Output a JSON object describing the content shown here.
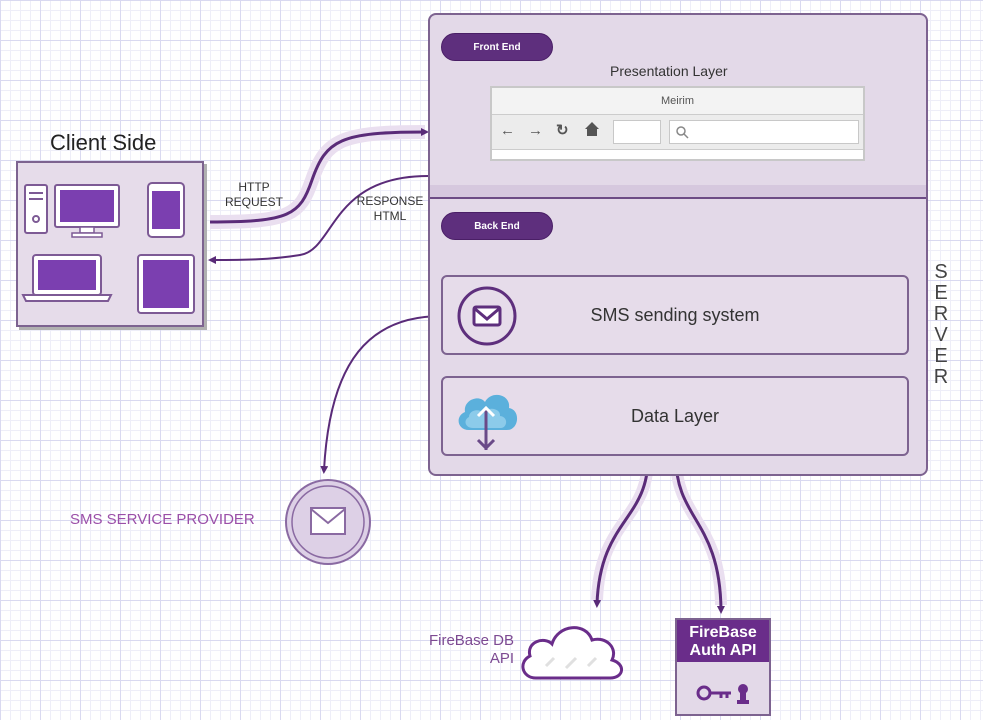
{
  "client": {
    "title": "Client Side"
  },
  "arrows": {
    "request": "HTTP\nREQUEST",
    "response": "RESPONSE\nHTML"
  },
  "server": {
    "label_letters": [
      "S",
      "E",
      "R",
      "V",
      "E",
      "R"
    ],
    "front_end": "Front End",
    "presentation_layer": "Presentation Layer",
    "browser_title": "Meirim",
    "back_end": "Back End",
    "sms_system": "SMS sending system",
    "data_layer": "Data Layer"
  },
  "external": {
    "sms_provider": "SMS SERVICE PROVIDER",
    "firebase_db": "FireBase DB\nAPI",
    "firebase_auth": "FireBase\nAuth API"
  },
  "colors": {
    "accent": "#5e2f7d",
    "box_fill": "#e6dcea",
    "border": "#7d6390",
    "provider_text": "#9b4fa8"
  },
  "icons": [
    "desktop-icon",
    "monitor-icon",
    "tablet-icon",
    "laptop-icon",
    "mail-icon",
    "cloud-upload-icon",
    "cloud-icon",
    "key-icon",
    "lock-icon",
    "back-icon",
    "forward-icon",
    "reload-icon",
    "home-icon",
    "search-icon"
  ]
}
